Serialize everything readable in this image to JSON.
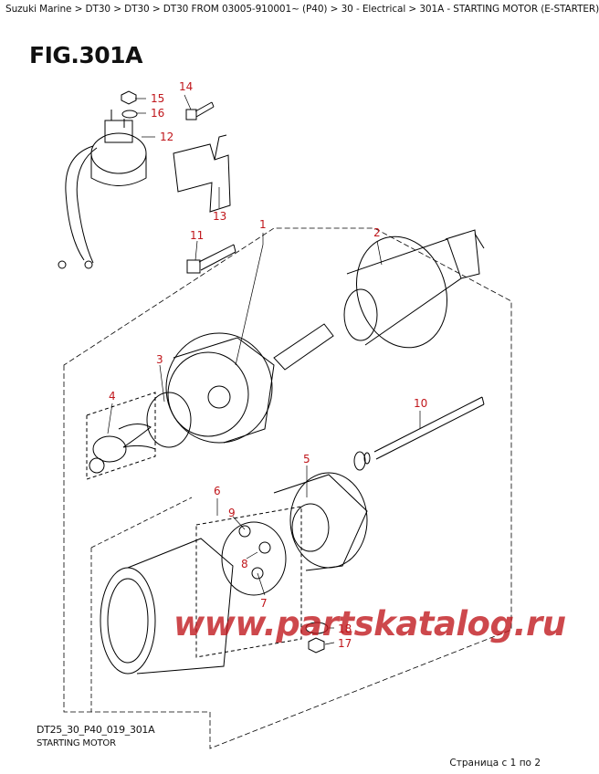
{
  "breadcrumb": "Suzuki Marine > DT30 > DT30 > DT30 FROM 03005-910001~ (P40) > 30 - Electrical > 301A - STARTING MOTOR (E-STARTER)",
  "figure_title": "FIG.301A",
  "callouts": [
    "1",
    "2",
    "3",
    "4",
    "5",
    "6",
    "7",
    "8",
    "9",
    "10",
    "11",
    "12",
    "13",
    "14",
    "15",
    "16",
    "17",
    "18"
  ],
  "watermark": "www.partskatalog.ru",
  "footer": {
    "code": "DT25_30_P40_019_301A",
    "name": "STARTING MOTOR"
  },
  "pager": "Страница с 1 по 2",
  "colors": {
    "callout": "#c0161b",
    "line": "#000000"
  }
}
